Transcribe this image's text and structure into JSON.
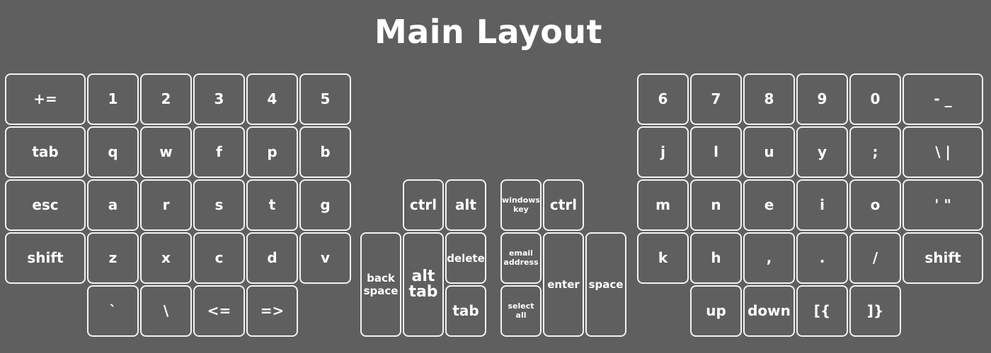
{
  "title": "Main Layout",
  "keys": [
    {
      "id": "left-row1-col0",
      "label": "+="
    },
    {
      "id": "left-row1-col1",
      "label": "1"
    },
    {
      "id": "left-row1-col2",
      "label": "2"
    },
    {
      "id": "left-row1-col3",
      "label": "3"
    },
    {
      "id": "left-row1-col4",
      "label": "4"
    },
    {
      "id": "left-row1-col5",
      "label": "5"
    },
    {
      "id": "left-row2-col0",
      "label": "tab"
    },
    {
      "id": "left-row2-col1",
      "label": "q"
    },
    {
      "id": "left-row2-col2",
      "label": "w"
    },
    {
      "id": "left-row2-col3",
      "label": "f"
    },
    {
      "id": "left-row2-col4",
      "label": "p"
    },
    {
      "id": "left-row2-col5",
      "label": "b"
    },
    {
      "id": "left-row3-col0",
      "label": "esc"
    },
    {
      "id": "left-row3-col1",
      "label": "a"
    },
    {
      "id": "left-row3-col2",
      "label": "r"
    },
    {
      "id": "left-row3-col3",
      "label": "s"
    },
    {
      "id": "left-row3-col4",
      "label": "t"
    },
    {
      "id": "left-row3-col5",
      "label": "g"
    },
    {
      "id": "left-row4-col0",
      "label": "shift"
    },
    {
      "id": "left-row4-col1",
      "label": "z"
    },
    {
      "id": "left-row4-col2",
      "label": "x"
    },
    {
      "id": "left-row4-col3",
      "label": "c"
    },
    {
      "id": "left-row4-col4",
      "label": "d"
    },
    {
      "id": "left-row4-col5",
      "label": "v"
    },
    {
      "id": "left-row5-col1",
      "label": "`"
    },
    {
      "id": "left-row5-col2",
      "label": "\\"
    },
    {
      "id": "left-row5-col3",
      "label": "<="
    },
    {
      "id": "left-row5-col4",
      "label": "=>"
    },
    {
      "id": "thumb-ctrl-left",
      "label": "ctrl"
    },
    {
      "id": "thumb-alt",
      "label": "alt"
    },
    {
      "id": "thumb-backspace",
      "label": "back\nspace"
    },
    {
      "id": "thumb-alt-tab",
      "label": "alt\ntab"
    },
    {
      "id": "thumb-delete",
      "label": "delete"
    },
    {
      "id": "thumb-tab",
      "label": "tab"
    },
    {
      "id": "thumb-windows-key",
      "label": "windows\nkey"
    },
    {
      "id": "thumb-ctrl-right",
      "label": "ctrl"
    },
    {
      "id": "thumb-email-address",
      "label": "email\naddress"
    },
    {
      "id": "thumb-select-all",
      "label": "select\nall"
    },
    {
      "id": "thumb-enter",
      "label": "enter"
    },
    {
      "id": "thumb-space",
      "label": "space"
    },
    {
      "id": "right-row1-col0",
      "label": "6"
    },
    {
      "id": "right-row1-col1",
      "label": "7"
    },
    {
      "id": "right-row1-col2",
      "label": "8"
    },
    {
      "id": "right-row1-col3",
      "label": "9"
    },
    {
      "id": "right-row1-col4",
      "label": "0"
    },
    {
      "id": "right-row1-col5",
      "label": "- _"
    },
    {
      "id": "right-row2-col0",
      "label": "j"
    },
    {
      "id": "right-row2-col1",
      "label": "l"
    },
    {
      "id": "right-row2-col2",
      "label": "u"
    },
    {
      "id": "right-row2-col3",
      "label": "y"
    },
    {
      "id": "right-row2-col4",
      "label": ";"
    },
    {
      "id": "right-row2-col5",
      "label": "\\ |"
    },
    {
      "id": "right-row3-col0",
      "label": "m"
    },
    {
      "id": "right-row3-col1",
      "label": "n"
    },
    {
      "id": "right-row3-col2",
      "label": "e"
    },
    {
      "id": "right-row3-col3",
      "label": "i"
    },
    {
      "id": "right-row3-col4",
      "label": "o"
    },
    {
      "id": "right-row3-col5",
      "label": "' \""
    },
    {
      "id": "right-row4-col0",
      "label": "k"
    },
    {
      "id": "right-row4-col1",
      "label": "h"
    },
    {
      "id": "right-row4-col2",
      "label": ","
    },
    {
      "id": "right-row4-col3",
      "label": "."
    },
    {
      "id": "right-row4-col4",
      "label": "/"
    },
    {
      "id": "right-row4-col5",
      "label": "shift"
    },
    {
      "id": "right-row5-col1",
      "label": "up"
    },
    {
      "id": "right-row5-col2",
      "label": "down"
    },
    {
      "id": "right-row5-col3",
      "label": "[{"
    },
    {
      "id": "right-row5-col4",
      "label": "]}"
    }
  ]
}
